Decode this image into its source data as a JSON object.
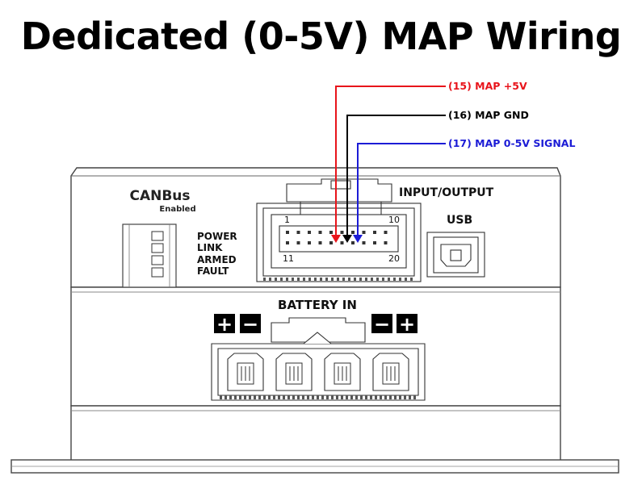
{
  "title": "Dedicated (0-5V) MAP Wiring",
  "wires": [
    {
      "label": "(15) MAP +5V",
      "color": "#e8141b"
    },
    {
      "label": "(16) MAP GND",
      "color": "#000000"
    },
    {
      "label": "(17) MAP 0-5V SIGNAL",
      "color": "#1c1cd6"
    }
  ],
  "device": {
    "canbus_title": "CANBus",
    "canbus_sub": "Enabled",
    "leds": [
      "POWER",
      "LINK",
      "ARMED",
      "FAULT"
    ],
    "io_label": "INPUT/OUTPUT",
    "usb_label": "USB",
    "pin_labels": [
      "1",
      "10",
      "11",
      "20"
    ],
    "battery_label": "BATTERY IN",
    "polarity_left": [
      "+",
      "−"
    ],
    "polarity_right": [
      "−",
      "+"
    ]
  }
}
